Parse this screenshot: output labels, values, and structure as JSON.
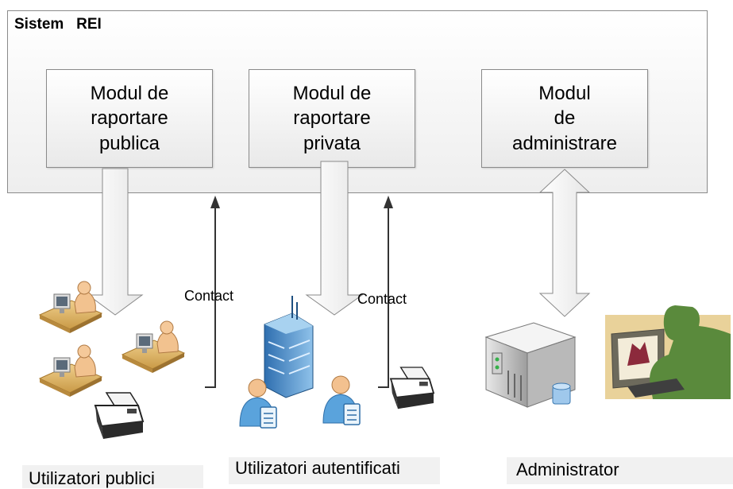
{
  "system": {
    "title": "Sistem   REI"
  },
  "modules": [
    {
      "label": "Modul de\nraportare\npublica"
    },
    {
      "label": "Modul de\nraportare\nprivata"
    },
    {
      "label": "Modul\nde\nadministrare"
    }
  ],
  "contacts": [
    "Contact",
    "Contact"
  ],
  "groups": [
    "Utilizatori publici",
    "Utilizatori autentificati",
    "Administrator"
  ],
  "icons": [
    "person-at-desk-icon",
    "printer-icon",
    "office-building-icon",
    "user-badge-icon",
    "server-icon",
    "admin-workstation-icon"
  ]
}
